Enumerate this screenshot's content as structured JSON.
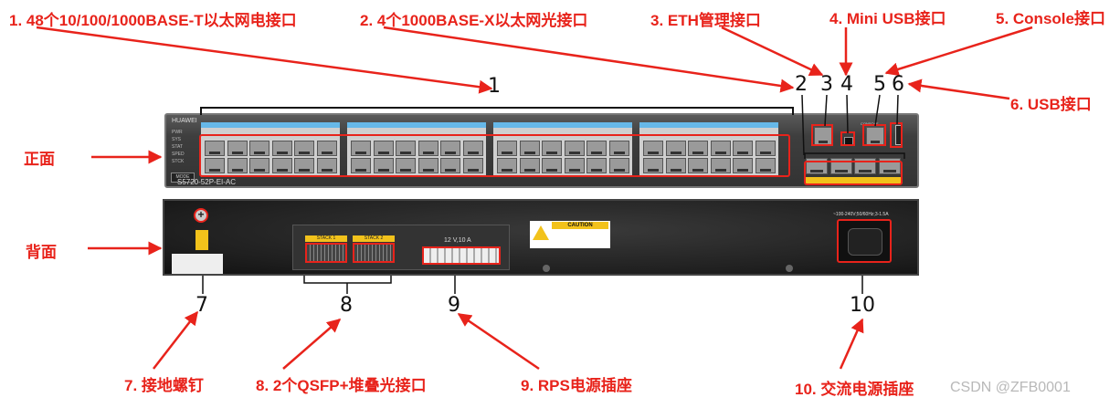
{
  "labels": {
    "l1": "1. 48个10/100/1000BASE-T以太网电接口",
    "l2": "2. 4个1000BASE-X以太网光接口",
    "l3": "3. ETH管理接口",
    "l4": "4. Mini USB接口",
    "l5": "5. Console接口",
    "l6": "6. USB接口",
    "l7": "7. 接地螺钉",
    "l8": "8. 2个QSFP+堆叠光接口",
    "l9": "9. RPS电源插座",
    "l10": "10. 交流电源插座",
    "front": "正面",
    "back": "背面"
  },
  "numbers": {
    "n1": "1",
    "n2": "2",
    "n3": "3",
    "n4": "4",
    "n5": "5",
    "n6": "6",
    "n7": "7",
    "n8": "8",
    "n9": "9",
    "n10": "10"
  },
  "device": {
    "brand": "HUAWEI",
    "model": "S5720-52P-EI-AC",
    "mode_button": "MODE",
    "led_labels": [
      "PWR",
      "SYS",
      "STAT",
      "SPED",
      "STCK"
    ],
    "console_label": "CONSOLE",
    "stack_labels": [
      "STACK 1",
      "STACK 2"
    ],
    "rps_label": "12 V,10 A",
    "caution_title": "CAUTION",
    "power_label": "~100-240V;50/60Hz;3-1.5A"
  },
  "watermark": "CSDN @ZFB0001",
  "colors": {
    "annotation": "#e8231b",
    "port_label_strip": "#66b8e8",
    "stack_yellow": "#f2c21b"
  }
}
